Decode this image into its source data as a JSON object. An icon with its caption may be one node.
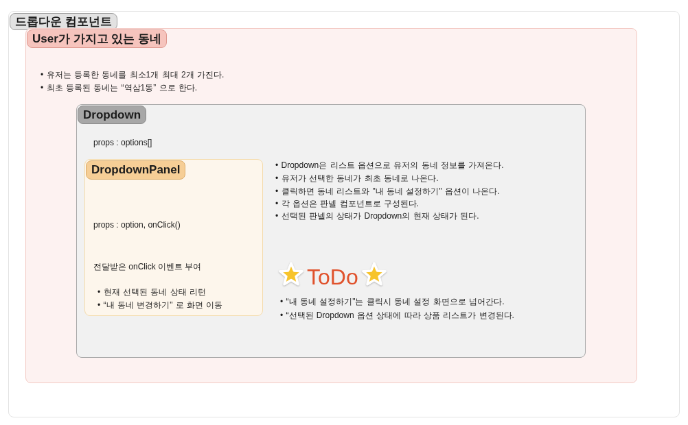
{
  "diagram": {
    "nodes": [
      {
        "text": [
          "드롭다운 컴포넌트"
        ]
      },
      {
        "text": [
          "User가 가지고 있는 동네",
          "• 유저는 등록한 동네를 최소1개 최대 2개 가진다.",
          "• 최초 등록된 동네는 “역삼1동” 으로 한다."
        ],
        "in": 0
      },
      {
        "text": [
          "Dropdown",
          "props : options[]",
          "• Dropdown은 리스트 옵션으로 유저의 동네 정보를 가져온다.",
          "• 유저가 선택한 동네가 최초 동네로 나온다.",
          "• 클릭하면 동네 리스트와 \"내 동네 설정하기\" 옵션이 나온다.",
          "• 각 옵션은 판넬 컴포넌트로 구성된다.",
          "• 선택된 판넬의 상태가 Dropdown의 현재 상태가 된다.",
          "ToDo",
          "• “내 동네 설정하기\"는 클릭시 동네 설정 화면으로 넘어간다.",
          "• “선택된 Dropdown 옵션 상태에 따라 상품 리스트가 변경된다."
        ],
        "in": 1
      },
      {
        "text": [
          "DropdownPanel",
          "props : option, onClick()",
          "전달받은 onClick 이벤트 부여",
          "• 현재 선택된 동네 상태 리턴",
          "• “내 동네 변경하기\" 로 화면 이동"
        ],
        "in": 2
      }
    ]
  }
}
